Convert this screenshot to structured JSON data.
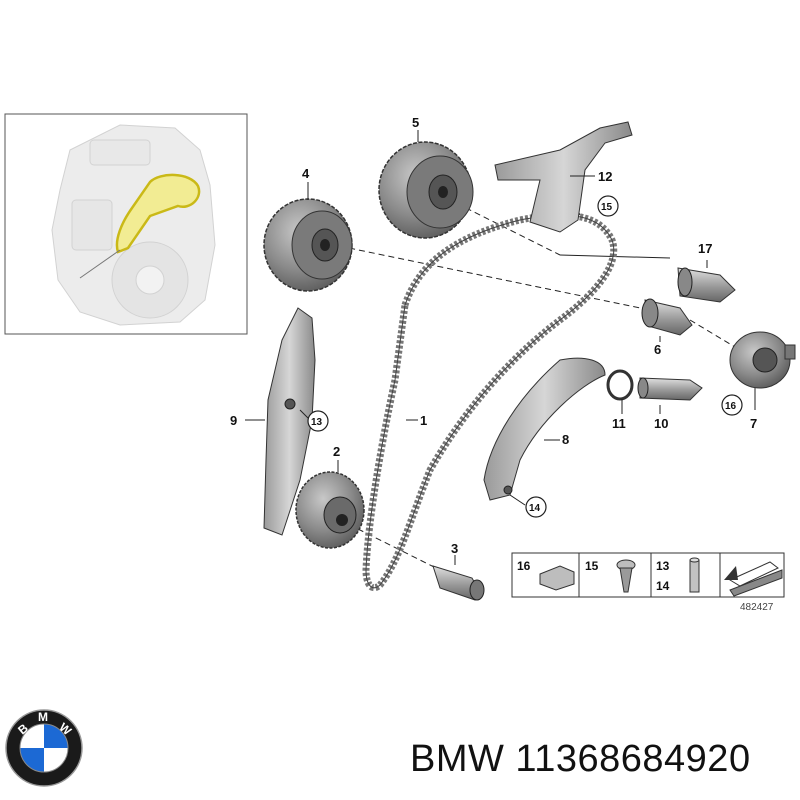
{
  "callouts": {
    "c1": "1",
    "c2": "2",
    "c3": "3",
    "c4": "4",
    "c5": "5",
    "c6": "6",
    "c7": "7",
    "c8": "8",
    "c9": "9",
    "c10": "10",
    "c11": "11",
    "c12": "12",
    "c13": "13",
    "c14": "14",
    "c15": "15",
    "c16": "16",
    "c17": "17"
  },
  "legend": {
    "cell1": "16",
    "cell2": "15",
    "cell3_top": "13",
    "cell3_bottom": "14"
  },
  "diagram_ref": "482427",
  "brand": {
    "logo_text": "BMW",
    "caption": "BMW 11368684920",
    "colors": {
      "blue": "#1c69d4",
      "dark": "#111111"
    }
  },
  "icons": [
    "bmw-logo-icon",
    "sensor-clip-icon",
    "screw-icon",
    "stud-icon",
    "arrow-direction-icon"
  ]
}
